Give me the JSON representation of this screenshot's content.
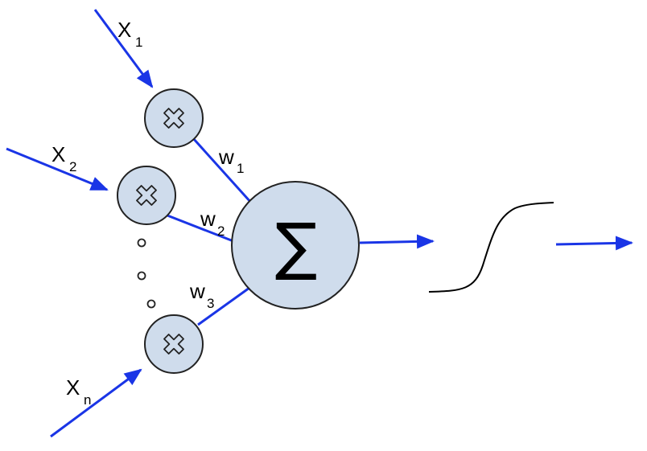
{
  "inputs": [
    {
      "base": "X",
      "sub": "1"
    },
    {
      "base": "X",
      "sub": "2"
    },
    {
      "base": "X",
      "sub": "n"
    }
  ],
  "weights": [
    {
      "base": "w",
      "sub": "1"
    },
    {
      "base": "w",
      "sub": "2"
    },
    {
      "base": "w",
      "sub": "3"
    }
  ],
  "summation": {
    "symbol": "∑"
  },
  "multiply_icon": "cross-multiply-icon",
  "colors": {
    "arrow": "#1a35e6",
    "node_fill": "#cfdcec",
    "node_stroke": "#222222",
    "activation_curve": "#000000",
    "ellipsis_dots": "#222222"
  }
}
